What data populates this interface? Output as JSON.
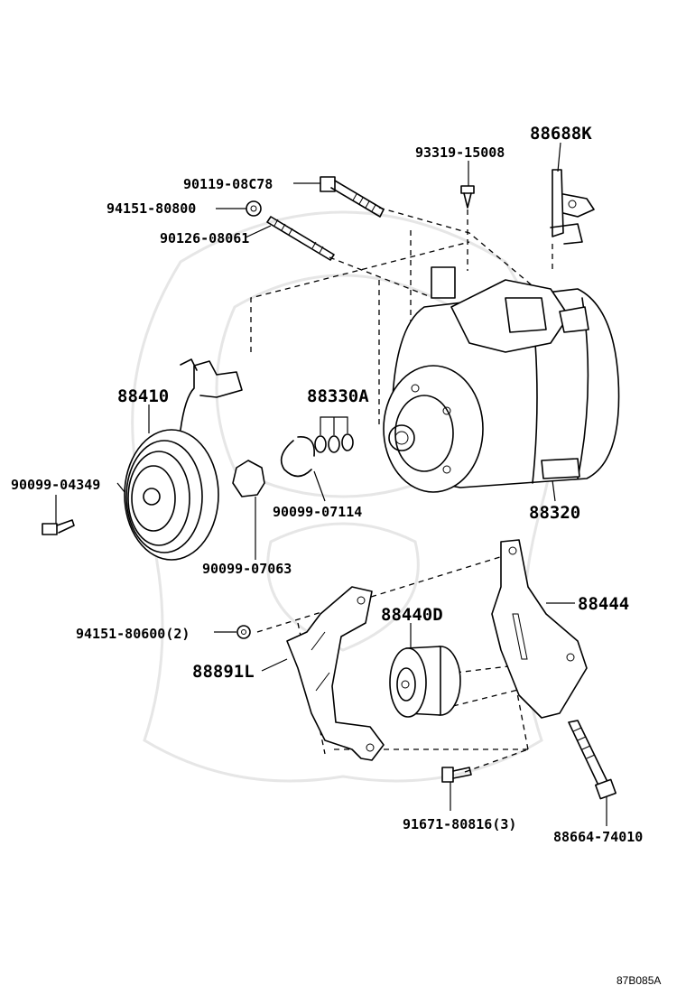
{
  "diagram": {
    "ref_code": "87B085A",
    "labels": {
      "p88688K": "88688K",
      "p93319_15008": "93319-15008",
      "p90119_08C78": "90119-08C78",
      "p94151_80800": "94151-80800",
      "p90126_08061": "90126-08061",
      "p88410": "88410",
      "p88330A": "88330A",
      "p90099_04349": "90099-04349",
      "p90099_07114": "90099-07114",
      "p88320": "88320",
      "p90099_07063": "90099-07063",
      "p88444": "88444",
      "p88440D": "88440D",
      "p94151_80600": "94151-80600(2)",
      "p88891L": "88891L",
      "p91671_80816": "91671-80816(3)",
      "p88664_74010": "88664-74010"
    }
  }
}
